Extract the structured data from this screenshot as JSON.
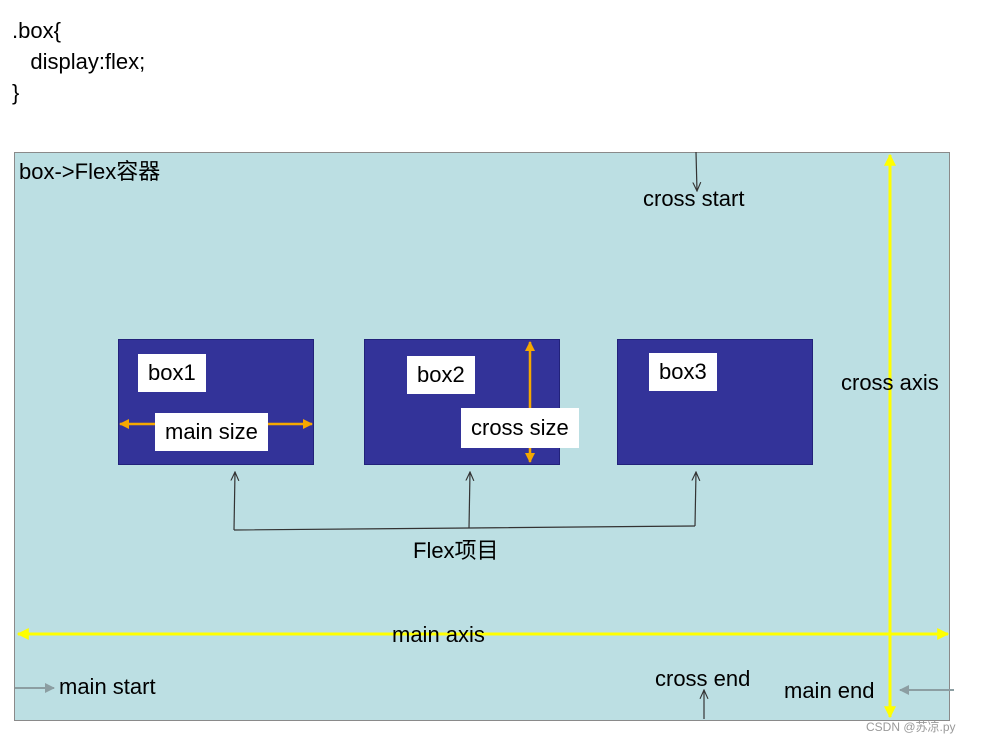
{
  "code": {
    "line1": ".box{",
    "line2": "   display:flex;",
    "line3": "}"
  },
  "container": {
    "label": "box->Flex容器"
  },
  "items": [
    {
      "label": "box1"
    },
    {
      "label": "box2"
    },
    {
      "label": "box3"
    }
  ],
  "annotations": {
    "cross_start": "cross start",
    "cross_end": "cross end",
    "cross_axis": "cross axis",
    "main_axis": "main axis",
    "main_start": "main start",
    "main_end": "main end",
    "main_size": "main size",
    "cross_size": "cross size",
    "flex_items": "Flex项目"
  },
  "colors": {
    "container_fill": "#bcdfe3",
    "item_fill": "#333399",
    "axis_yellow": "#ffff00",
    "size_orange": "#f5a800"
  },
  "watermark": "CSDN @苏凉.py"
}
